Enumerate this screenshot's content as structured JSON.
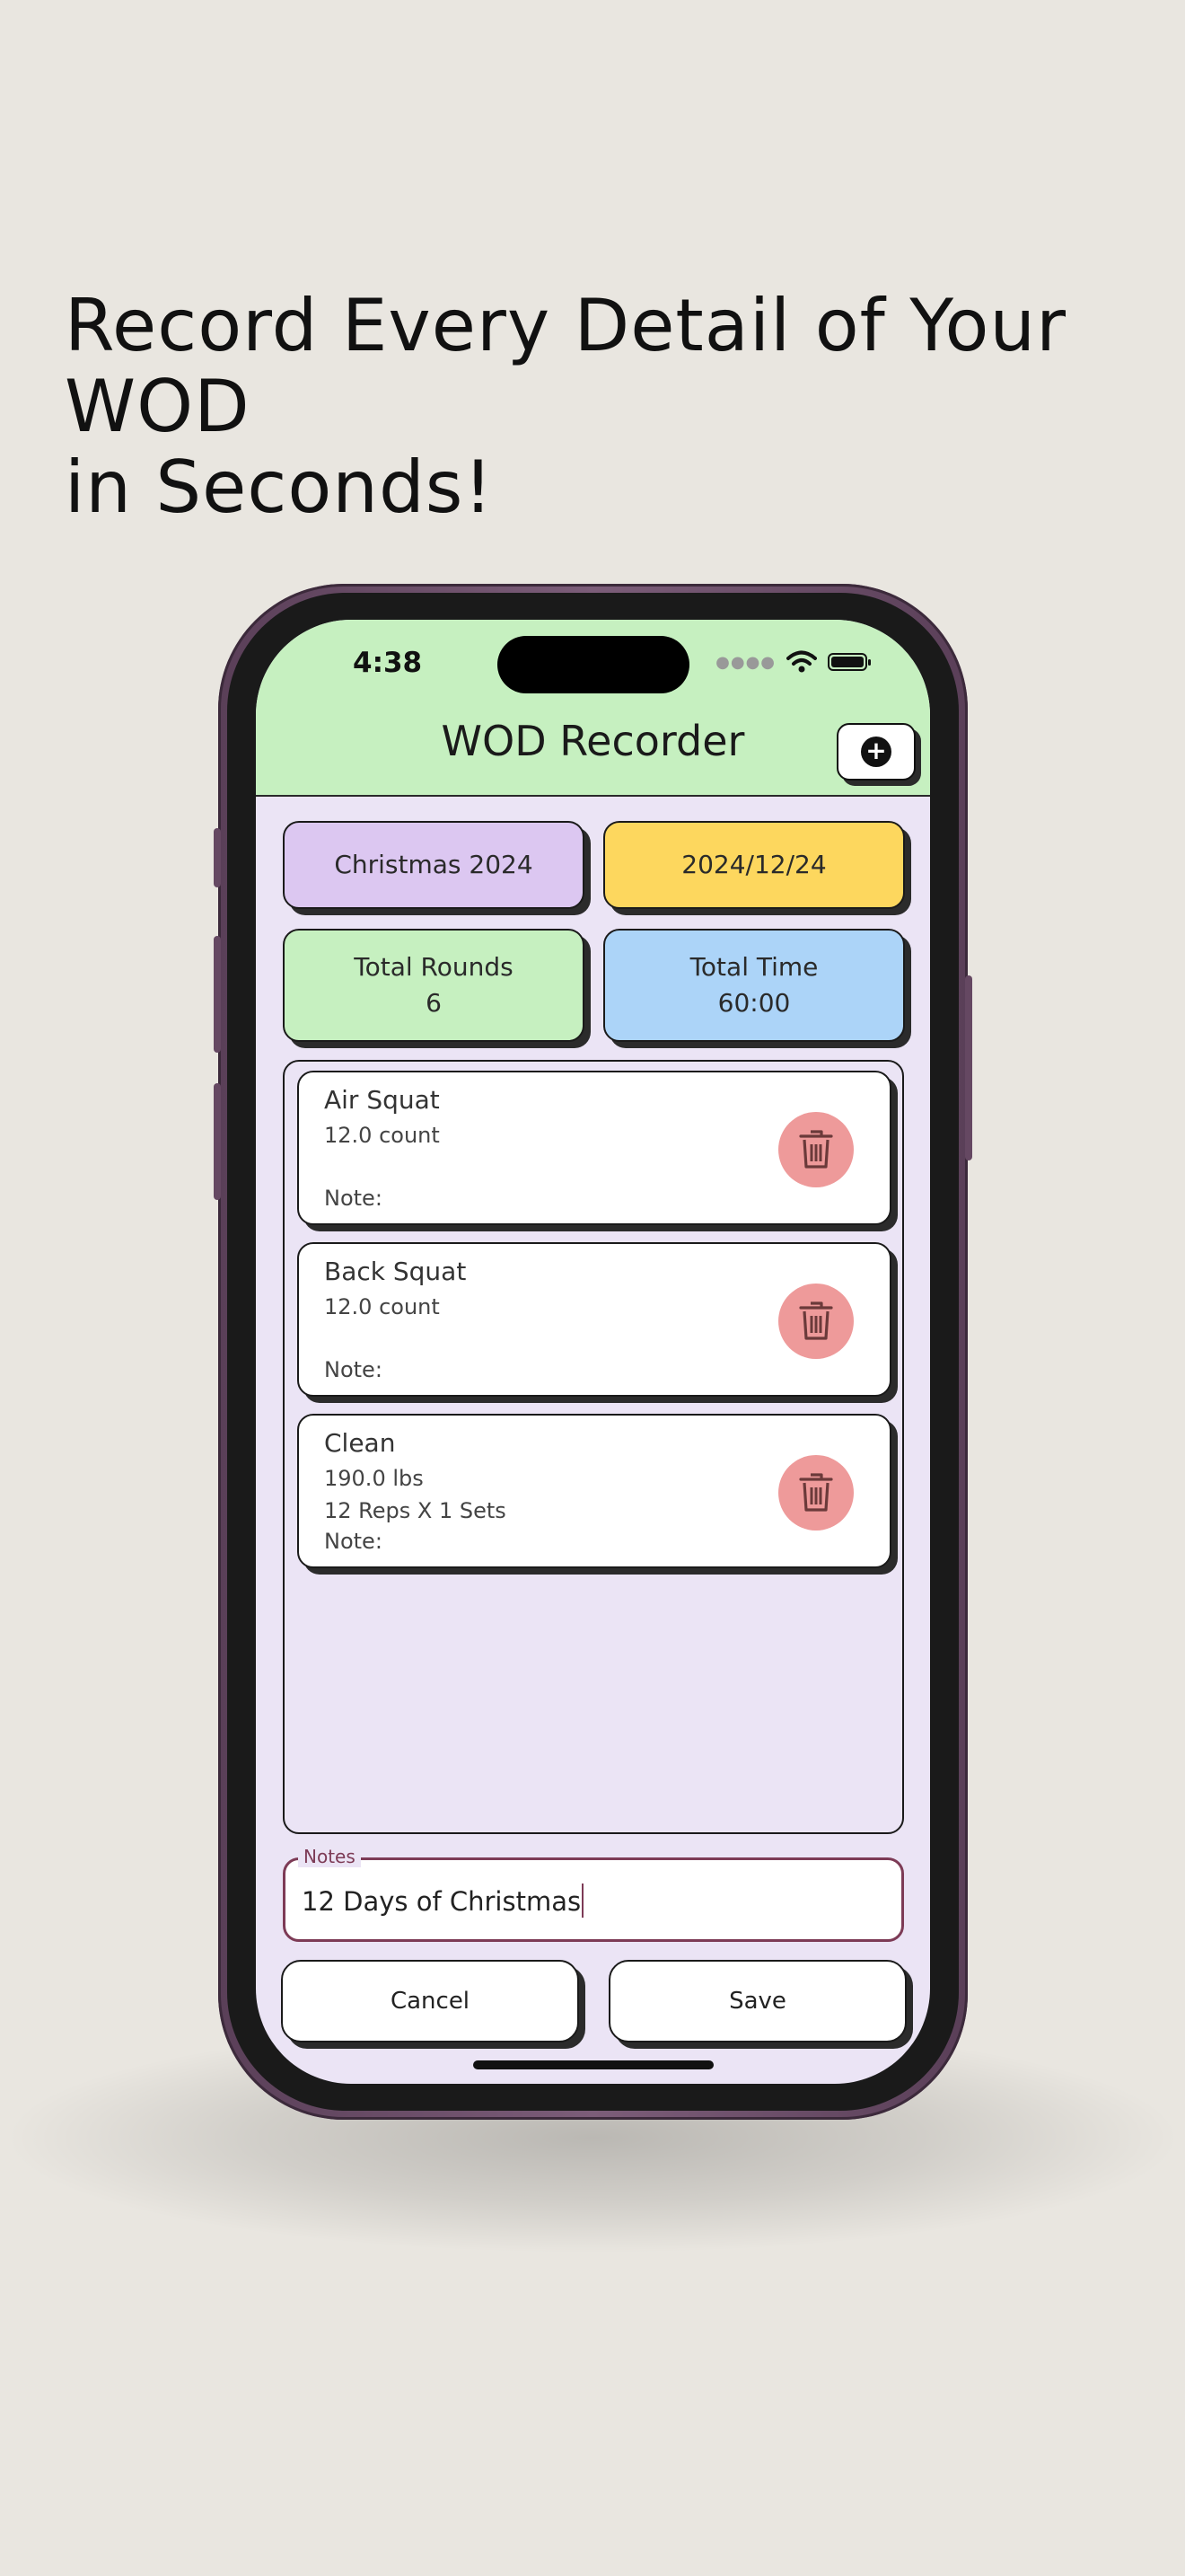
{
  "promo": {
    "headline_line1": "Record Every Detail of Your WOD",
    "headline_line2": "in Seconds!"
  },
  "status_bar": {
    "time": "4:38",
    "icons": [
      "signal-dots-icon",
      "wifi-icon",
      "battery-icon"
    ]
  },
  "nav": {
    "title": "WOD Recorder",
    "add_icon": "plus-circle-icon"
  },
  "workout": {
    "name": "Christmas 2024",
    "date": "2024/12/24",
    "total_rounds_label": "Total Rounds",
    "total_rounds_value": "6",
    "total_time_label": "Total Time",
    "total_time_value": "60:00"
  },
  "exercises": [
    {
      "name": "Air Squat",
      "line1": "12.0 count",
      "line2": "",
      "note": "Note:"
    },
    {
      "name": "Back Squat",
      "line1": "12.0 count",
      "line2": "",
      "note": "Note:"
    },
    {
      "name": "Clean",
      "line1": "190.0 lbs",
      "line2": "12 Reps X 1 Sets",
      "note": "Note:"
    }
  ],
  "notes_field": {
    "label": "Notes",
    "value": "12 Days of Christmas"
  },
  "actions": {
    "cancel": "Cancel",
    "save": "Save"
  },
  "colors": {
    "background": "#e9e6e0",
    "header_green": "#c6f0c0",
    "screen_lavender": "#ebe4f5",
    "name_purple": "#dcc7f1",
    "date_yellow": "#fdd75e",
    "time_blue": "#acd4f8",
    "delete_pink": "#ee9a9a",
    "notes_border": "#7d3b56",
    "phone_frame": "#6b4c68"
  }
}
